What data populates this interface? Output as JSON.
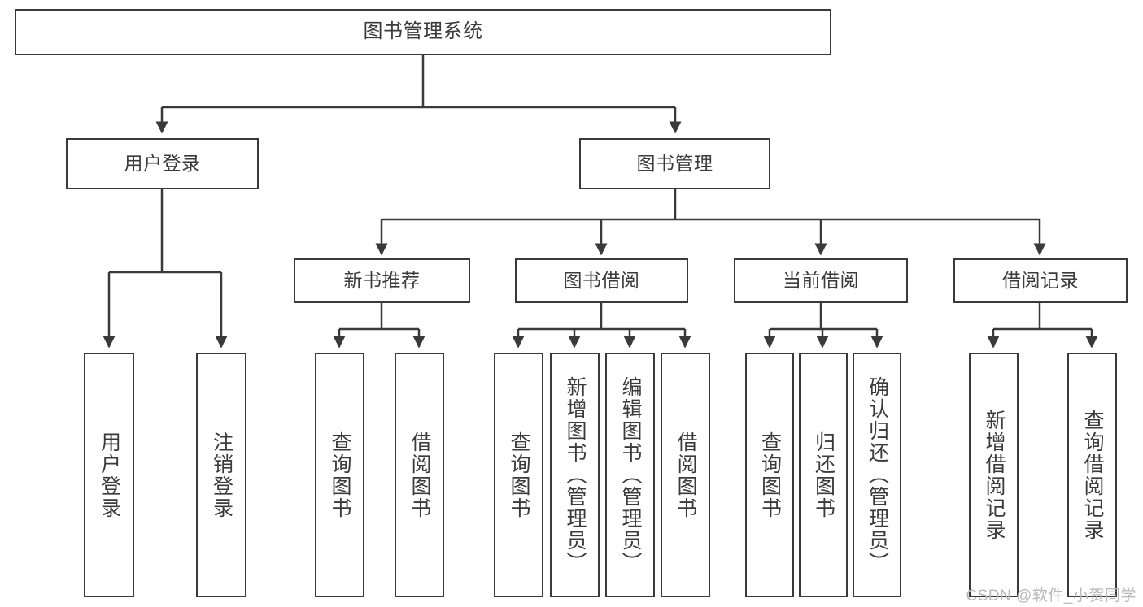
{
  "diagram": {
    "title": "图书管理系统",
    "root": {
      "label": "图书管理系统"
    },
    "level1": [
      {
        "label": "用户登录"
      },
      {
        "label": "图书管理"
      }
    ],
    "level2": [
      {
        "label": "新书推荐"
      },
      {
        "label": "图书借阅"
      },
      {
        "label": "当前借阅"
      },
      {
        "label": "借阅记录"
      }
    ],
    "leaves": {
      "user_login": [
        {
          "label": "用户登录"
        },
        {
          "label": "注销登录"
        }
      ],
      "new_book_recommend": [
        {
          "label": "查询图书"
        },
        {
          "label": "借阅图书"
        }
      ],
      "book_borrow": [
        {
          "label": "查询图书"
        },
        {
          "label": "新增图书（管理员）"
        },
        {
          "label": "编辑图书（管理员）"
        },
        {
          "label": "借阅图书"
        }
      ],
      "current_borrow": [
        {
          "label": "查询图书"
        },
        {
          "label": "归还图书"
        },
        {
          "label": "确认归还（管理员）"
        }
      ],
      "borrow_record": [
        {
          "label": "新增借阅记录"
        },
        {
          "label": "查询借阅记录"
        }
      ]
    }
  },
  "watermark": {
    "text": "CSDN @软件_小贺同学"
  },
  "colors": {
    "border": "#3a3a3a",
    "text": "#3b3b3b",
    "background": "#ffffff",
    "watermark": "#b9b9b9"
  }
}
